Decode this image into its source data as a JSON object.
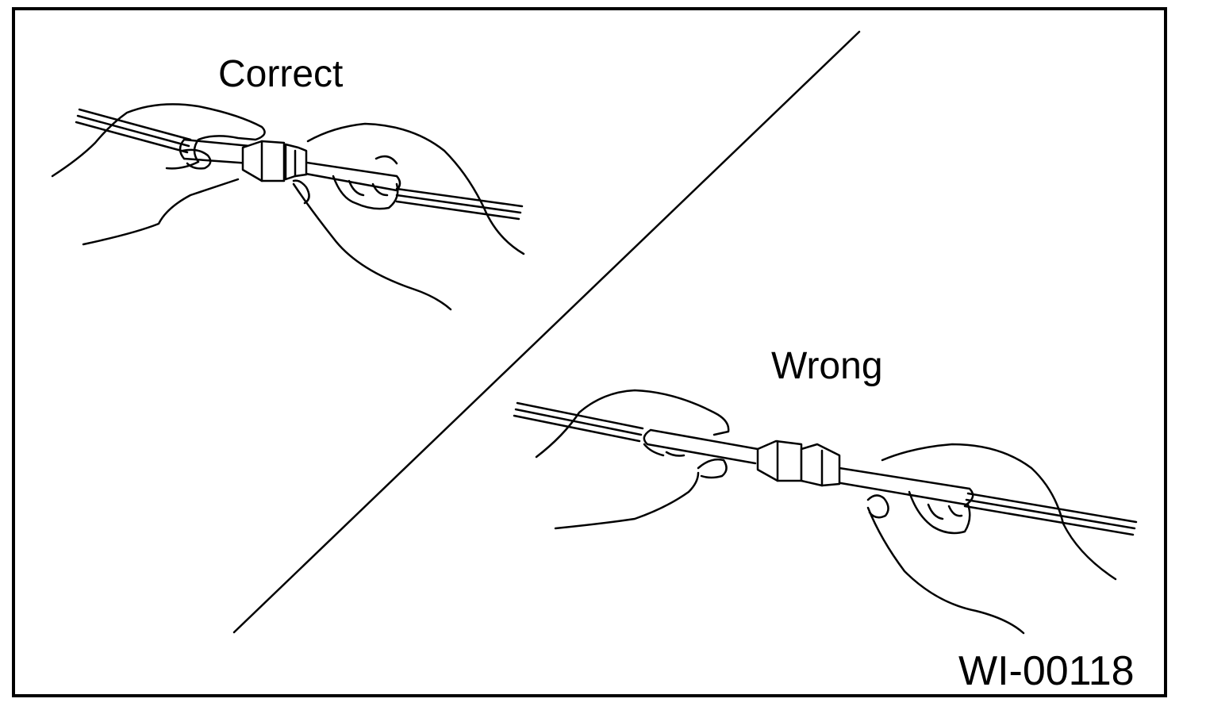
{
  "labels": {
    "correct": "Correct",
    "wrong": "Wrong",
    "figure_id": "WI-00118"
  },
  "colors": {
    "line": "#000000",
    "background": "#ffffff"
  }
}
